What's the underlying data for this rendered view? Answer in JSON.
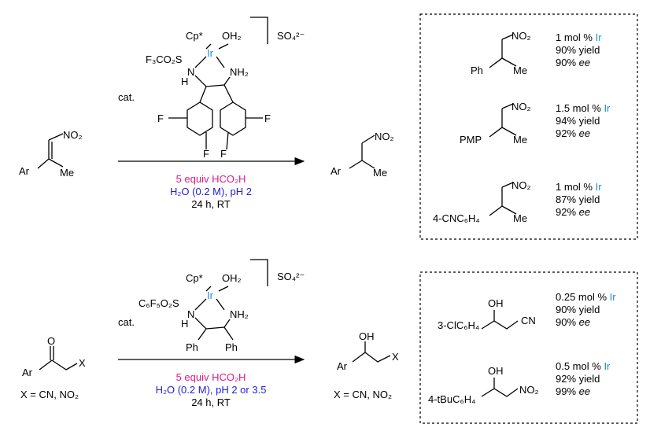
{
  "colors": {
    "base": "#e0198a",
    "solvent": "#2020e0",
    "metal": "#1a8fd8"
  },
  "top": {
    "substrate": {
      "no2": "NO₂",
      "ar": "Ar",
      "me": "Me"
    },
    "catalyst": {
      "cat_label": "cat.",
      "cp": "Cp*",
      "oh2": "OH₂",
      "ir": "Ir",
      "sulfonyl": "F₃CO₂S",
      "n": "N",
      "h": "H",
      "nh2": "NH₂",
      "f": "F",
      "so4": "SO₄²⁻"
    },
    "conditions": {
      "line1": "5 equiv HCO₂H",
      "line2": "H₂O (0.2 M), pH 2",
      "line3": "24 h, RT"
    },
    "product": {
      "no2": "NO₂",
      "ar": "Ar",
      "me": "Me"
    },
    "examples": [
      {
        "group": "Ph",
        "no2": "NO₂",
        "me": "Me",
        "mol": "1 mol %",
        "metal": "Ir",
        "yield": "90% yield",
        "ee_value": "90%",
        "ee_label": "ee"
      },
      {
        "group": "PMP",
        "no2": "NO₂",
        "me": "Me",
        "mol": "1.5 mol %",
        "metal": "Ir",
        "yield": "94% yield",
        "ee_value": "92%",
        "ee_label": "ee"
      },
      {
        "group": "4-CNC₆H₄",
        "no2": "NO₂",
        "me": "Me",
        "mol": "1 mol %",
        "metal": "Ir",
        "yield": "87% yield",
        "ee_value": "92%",
        "ee_label": "ee"
      }
    ]
  },
  "bottom": {
    "substrate": {
      "o": "O",
      "ar": "Ar",
      "x": "X",
      "x_def": "X = CN, NO₂"
    },
    "catalyst": {
      "cat_label": "cat.",
      "cp": "Cp*",
      "oh2": "OH₂",
      "ir": "Ir",
      "sulfonyl": "C₆F₅O₂S",
      "n": "N",
      "h": "H",
      "nh2": "NH₂",
      "ph": "Ph",
      "so4": "SO₄²⁻"
    },
    "conditions": {
      "line1": "5 equiv HCO₂H",
      "line2": "H₂O (0.2 M), pH 2 or 3.5",
      "line3": "24 h, RT"
    },
    "product": {
      "oh": "OH",
      "ar": "Ar",
      "x": "X",
      "x_def": "X = CN, NO₂"
    },
    "examples": [
      {
        "group": "3-ClC₆H₄",
        "oh": "OH",
        "end": "CN",
        "mol": "0.25 mol %",
        "metal": "Ir",
        "yield": "90% yield",
        "ee_value": "90%",
        "ee_label": "ee"
      },
      {
        "group": "4-tBuC₆H₄",
        "oh": "OH",
        "end": "NO₂",
        "mol": "0.5 mol %",
        "metal": "Ir",
        "yield": "92% yield",
        "ee_value": "99%",
        "ee_label": "ee"
      }
    ]
  }
}
